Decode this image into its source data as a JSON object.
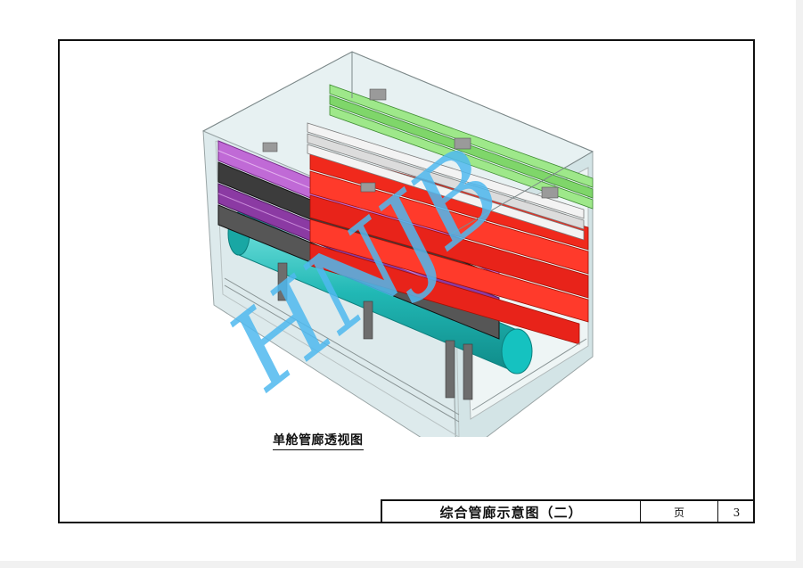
{
  "drawing": {
    "caption": "单舱管廊透视图",
    "watermark": "HNJB"
  },
  "title_block": {
    "title": "综合管廊示意图（二）",
    "page_label": "页",
    "page_number": "3"
  },
  "colors": {
    "frame": "#111111",
    "tunnel_glass": "#cfe3e6",
    "teal_pipe": "#1fb3b3",
    "red_pipe": "#f0291c",
    "green_cable": "#8fe07a",
    "purple_cable": "#b254c9",
    "grey_cable": "#5d5d5d",
    "white_pipe": "#e8e8e8",
    "watermark": "#4fb8ee"
  }
}
